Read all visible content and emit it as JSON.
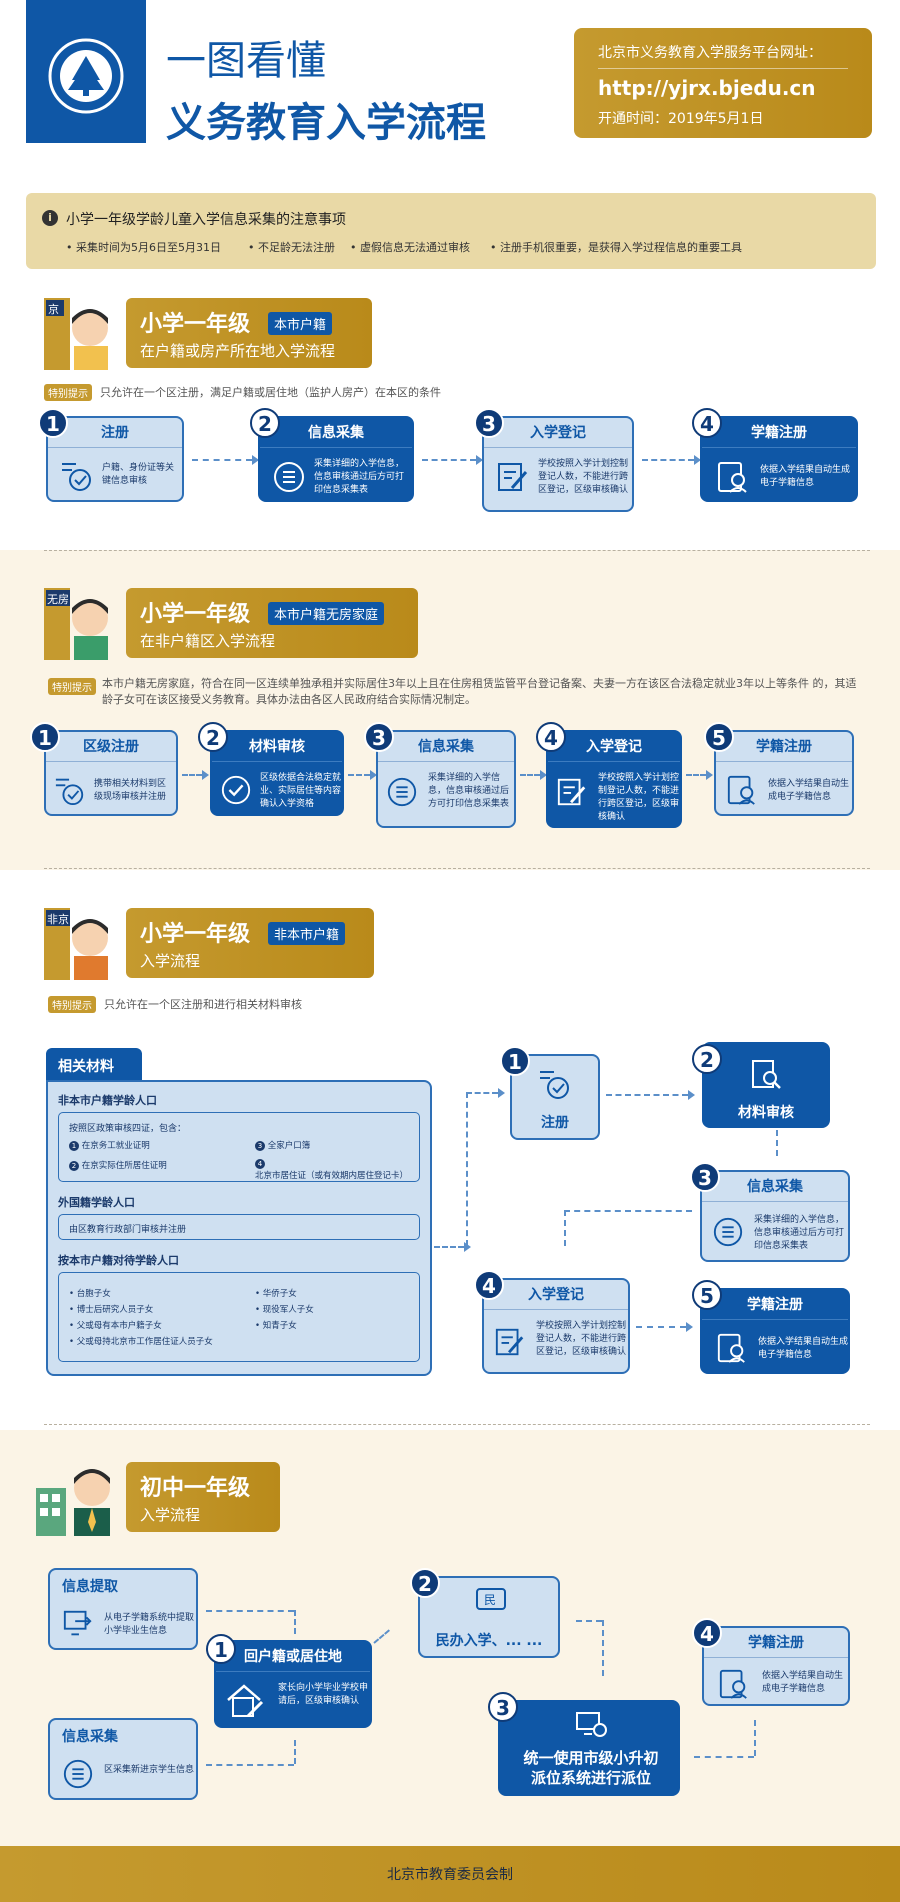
{
  "header": {
    "title_line1": "一图看懂",
    "title_line2": "义务教育入学流程",
    "platform_label": "北京市义务教育入学服务平台网址：",
    "platform_url": "http://yjrx.bjedu.cn",
    "open_date": "开通时间：2019年5月1日"
  },
  "notice": {
    "title": "小学一年级学龄儿童入学信息采集的注意事项",
    "items": [
      "采集时间为5月6日至5月31日",
      "不足龄无法注册",
      "虚假信息无法通过审核",
      "注册手机很重要，是获得入学过程信息的重要工具"
    ]
  },
  "sec1": {
    "badge": "京",
    "main": "小学一年级",
    "tag": "本市户籍",
    "sub": "在户籍或房产所在地入学流程",
    "tip_label": "特别提示",
    "tip": "只允许在一个区注册，满足户籍或居住地（监护人房产）在本区的条件",
    "steps": [
      {
        "num": "1",
        "title": "注册",
        "desc": "户籍、身份证等关键信息审核"
      },
      {
        "num": "2",
        "title": "信息采集",
        "desc": "采集详细的入学信息，信息审核通过后方可打印信息采集表"
      },
      {
        "num": "3",
        "title": "入学登记",
        "desc": "学校按照入学计划控制登记人数，不能进行跨区登记，区级审核确认"
      },
      {
        "num": "4",
        "title": "学籍注册",
        "desc": "依据入学结果自动生成电子学籍信息"
      }
    ]
  },
  "sec2": {
    "badge": "无房",
    "main": "小学一年级",
    "tag": "本市户籍无房家庭",
    "sub": "在非户籍区入学流程",
    "tip_label": "特别提示",
    "tip": "本市户籍无房家庭，符合在同一区连续单独承租并实际居住3年以上且在住房租赁监管平台登记备案、夫妻一方在该区合法稳定就业3年以上等条件 的，其适龄子女可在该区接受义务教育。具体办法由各区人民政府结合实际情况制定。",
    "steps": [
      {
        "num": "1",
        "title": "区级注册",
        "desc": "携带相关材料到区级现场审核并注册"
      },
      {
        "num": "2",
        "title": "材料审核",
        "desc": "区级依据合法稳定就业、实际居住等内容确认入学资格"
      },
      {
        "num": "3",
        "title": "信息采集",
        "desc": "采集详细的入学信息，信息审核通过后方可打印信息采集表"
      },
      {
        "num": "4",
        "title": "入学登记",
        "desc": "学校按照入学计划控制登记人数，不能进行跨区登记，区级审核确认"
      },
      {
        "num": "5",
        "title": "学籍注册",
        "desc": "依据入学结果自动生成电子学籍信息"
      }
    ]
  },
  "sec3": {
    "badge": "非京",
    "main": "小学一年级",
    "tag": "非本市户籍",
    "sub": "入学流程",
    "tip_label": "特别提示",
    "tip": "只允许在一个区注册和进行相关材料审核",
    "materials": {
      "tab": "相关材料",
      "g1_label": "非本市户籍学龄人口",
      "g1_intro": "按照区政策审核四证，包含：",
      "g1_items": [
        "在京务工就业证明",
        "全家户口簿",
        "在京实际住所居住证明",
        "北京市居住证（或有效期内居住登记卡）"
      ],
      "g1_nums": [
        "1",
        "3",
        "2",
        "4"
      ],
      "g2_label": "外国籍学龄人口",
      "g2_item": "由区教育行政部门审核并注册",
      "g3_label": "按本市户籍对待学龄人口",
      "g3_items": [
        "台胞子女",
        "华侨子女",
        "博士后研究人员子女",
        "现役军人子女",
        "父或母有本市户籍子女",
        "知青子女",
        "父或母持北京市工作居住证人员子女"
      ]
    },
    "steps": [
      {
        "num": "1",
        "title": "注册",
        "desc": ""
      },
      {
        "num": "2",
        "title": "材料审核",
        "desc": ""
      },
      {
        "num": "3",
        "title": "信息采集",
        "desc": "采集详细的入学信息，信息审核通过后方可打印信息采集表"
      },
      {
        "num": "4",
        "title": "入学登记",
        "desc": "学校按照入学计划控制登记人数，不能进行跨区登记，区级审核确认"
      },
      {
        "num": "5",
        "title": "学籍注册",
        "desc": "依据入学结果自动生成电子学籍信息"
      }
    ]
  },
  "sec4": {
    "main": "初中一年级",
    "sub": "入学流程",
    "info_extract": {
      "title": "信息提取",
      "desc": "从电子学籍系统中提取小学毕业生信息"
    },
    "info_collect": {
      "title": "信息采集",
      "desc": "区采集新进京学生信息"
    },
    "step1": {
      "num": "1",
      "title": "回户籍或居住地",
      "desc": "家长向小学毕业学校申请后，区级审核确认"
    },
    "step2": {
      "num": "2",
      "title": "民办入学、... ..."
    },
    "step3": {
      "num": "3",
      "title": "统一使用市级小升初派位系统进行派位"
    },
    "step4": {
      "num": "4",
      "title": "学籍注册",
      "desc": "依据入学结果自动生成电子学籍信息"
    }
  },
  "footer": {
    "text": "北京市教育委员会制"
  }
}
